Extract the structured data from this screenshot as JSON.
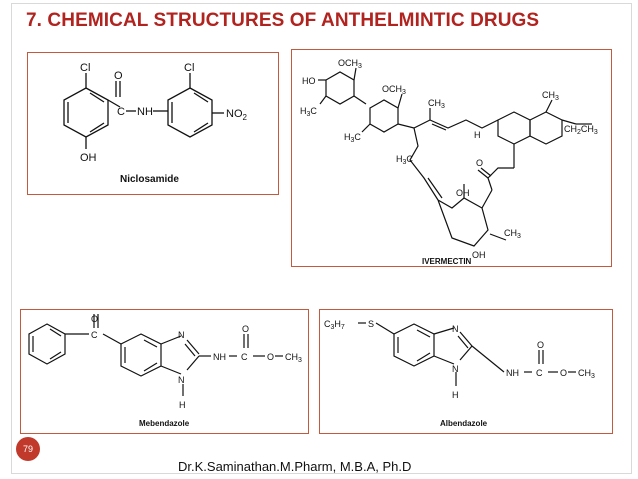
{
  "title": "7. CHEMICAL STRUCTURES OF ANTHELMINTIC DRUGS",
  "page_number": "79",
  "footer": "Dr.K.Saminathan.M.Pharm, M.B.A, Ph.D",
  "accent_color": "#b0231f",
  "structures": {
    "niclosamide": {
      "name": "Niclosamide",
      "labels": {
        "cl1": "Cl",
        "cl2": "Cl",
        "o": "O",
        "c": "C",
        "nh": "NH",
        "oh": "OH",
        "no2": "NO",
        "no2_sub": "2"
      }
    },
    "ivermectin": {
      "name": "IVERMECTIN",
      "labels": {
        "och3_a": "OCH",
        "och3_b": "OCH",
        "sub3": "3",
        "ho": "HO",
        "h3c_a": "H",
        "h3c_b": "H",
        "h3c_c": "H",
        "ch3_a": "CH",
        "ch3_b": "CH",
        "ch3_c": "CH",
        "oh_a": "OH",
        "oh_b": "OH",
        "h": "H",
        "o": "O",
        "ch2ch3": "CH",
        "sub2": "2"
      }
    },
    "mebendazole": {
      "name": "Mebendazole",
      "labels": {
        "o1": "O",
        "c1": "C",
        "n": "N",
        "nh": "NH",
        "c2": "C",
        "o2": "O",
        "o3": "O",
        "ch3": "CH",
        "sub3": "3",
        "n2": "N",
        "h": "H"
      }
    },
    "albendazole": {
      "name": "Albendazole",
      "labels": {
        "c3h7": "C",
        "sub3": "3",
        "h7": "H",
        "sub7": "7",
        "s": "S",
        "n": "N",
        "nh": "NH",
        "c": "C",
        "o1": "O",
        "o2": "O",
        "ch3": "CH",
        "n2": "N",
        "h": "H"
      }
    }
  }
}
